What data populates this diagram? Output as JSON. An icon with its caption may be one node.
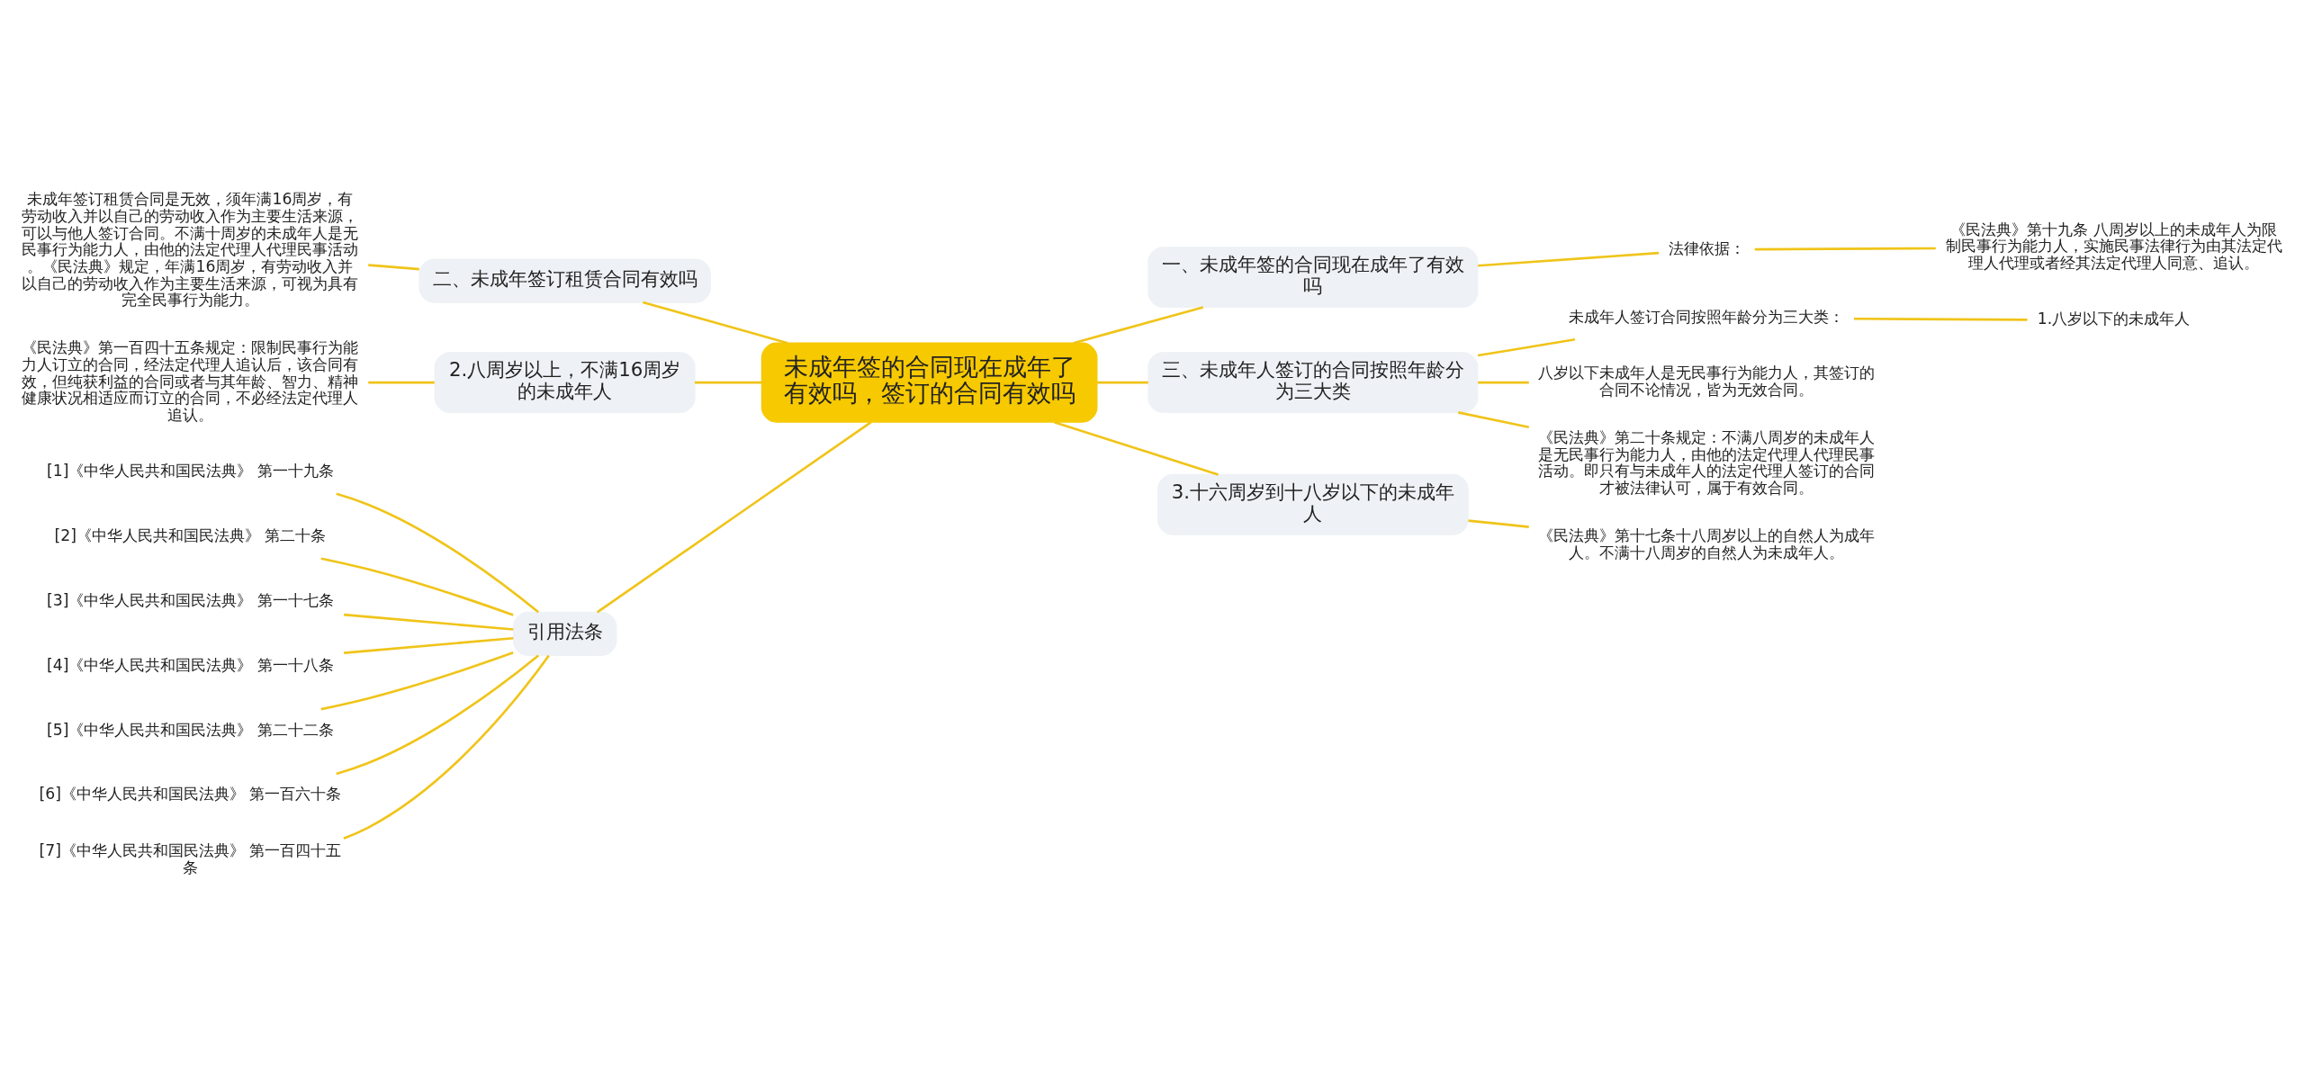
{
  "diagram": {
    "nodes": [
      {
        "text": [
          "未成年签的合同现在成年了有效吗，签订的合同有效吗"
        ]
      },
      {
        "text": [
          "二、未成年签订租赁合同有效吗"
        ]
      },
      {
        "text": [
          "未成年签订租赁合同是无效，须年满16周岁，有劳动收入并以自己的劳动收入作为主要生活来源，可以与他人签订合同。不满十周岁的未成年人是无民事行为能力人，由他的法定代理人代理民事活动。《民法典》规定，年满16周岁，有劳动收入并以自己的劳动收入作为主要生活来源，可视为具有完全民事行为能力。"
        ]
      },
      {
        "text": [
          "2.八周岁以上，不满16周岁的未成年人"
        ]
      },
      {
        "text": [
          "《民法典》第一百四十五条规定：限制民事行为能力人订立的合同，经法定代理人追认后，该合同有效，但纯获利益的合同或者与其年龄、智力、精神健康状况相适应而订立的合同，不必经法定代理人追认。"
        ]
      },
      {
        "text": [
          "引用法条"
        ]
      },
      {
        "text": [
          "[1]《中华人民共和国民法典》 第一十九条"
        ]
      },
      {
        "text": [
          "[2]《中华人民共和国民法典》 第二十条"
        ]
      },
      {
        "text": [
          "[3]《中华人民共和国民法典》 第一十七条"
        ]
      },
      {
        "text": [
          "[4]《中华人民共和国民法典》 第一十八条"
        ]
      },
      {
        "text": [
          "[5]《中华人民共和国民法典》 第二十二条"
        ]
      },
      {
        "text": [
          "[6]《中华人民共和国民法典》 第一百六十条"
        ]
      },
      {
        "text": [
          "[7]《中华人民共和国民法典》 第一百四十五条"
        ]
      },
      {
        "text": [
          "一、未成年签的合同现在成年了有效吗"
        ]
      },
      {
        "text": [
          "法律依据："
        ]
      },
      {
        "text": [
          "《民法典》第十九条 八周岁以上的未成年人为限制民事行为能力人，实施民事法律行为由其法定代理人代理或者经其法定代理人同意、追认。"
        ]
      },
      {
        "text": [
          "三、未成年人签订的合同按照年龄分为三大类"
        ]
      },
      {
        "text": [
          "未成年人签订合同按照年龄分为三大类："
        ]
      },
      {
        "text": [
          "1.八岁以下的未成年人"
        ]
      },
      {
        "text": [
          "八岁以下未成年人是无民事行为能力人，其签订的合同不论情况，皆为无效合同。"
        ]
      },
      {
        "text": [
          "《民法典》第二十条规定：不满八周岁的未成年人是无民事行为能力人，由他的法定代理人代理民事活动。即只有与未成年人的法定代理人签订的合同才被法律认可，属于有效合同。"
        ]
      },
      {
        "text": [
          "3.十六周岁到十八岁以下的未成年人"
        ]
      },
      {
        "text": [
          "《民法典》第十七条十八周岁以上的自然人为成年人。不满十八周岁的自然人为未成年人。"
        ]
      }
    ],
    "edges": [
      {
        "from": 0,
        "to": 1,
        "arrow": "none"
      },
      {
        "from": 1,
        "to": 2,
        "arrow": "none"
      },
      {
        "from": 0,
        "to": 3,
        "arrow": "none"
      },
      {
        "from": 3,
        "to": 4,
        "arrow": "none"
      },
      {
        "from": 0,
        "to": 5,
        "arrow": "none"
      },
      {
        "from": 5,
        "to": 6,
        "arrow": "none"
      },
      {
        "from": 5,
        "to": 7,
        "arrow": "none"
      },
      {
        "from": 5,
        "to": 8,
        "arrow": "none"
      },
      {
        "from": 5,
        "to": 9,
        "arrow": "none"
      },
      {
        "from": 5,
        "to": 10,
        "arrow": "none"
      },
      {
        "from": 5,
        "to": 11,
        "arrow": "none"
      },
      {
        "from": 5,
        "to": 12,
        "arrow": "none"
      },
      {
        "from": 0,
        "to": 13,
        "arrow": "none"
      },
      {
        "from": 13,
        "to": 14,
        "arrow": "none"
      },
      {
        "from": 14,
        "to": 15,
        "arrow": "none"
      },
      {
        "from": 0,
        "to": 16,
        "arrow": "none"
      },
      {
        "from": 16,
        "to": 17,
        "arrow": "none"
      },
      {
        "from": 17,
        "to": 18,
        "arrow": "none"
      },
      {
        "from": 16,
        "to": 19,
        "arrow": "none"
      },
      {
        "from": 16,
        "to": 20,
        "arrow": "none"
      },
      {
        "from": 0,
        "to": 21,
        "arrow": "none"
      },
      {
        "from": 21,
        "to": 22,
        "arrow": "none"
      }
    ]
  }
}
